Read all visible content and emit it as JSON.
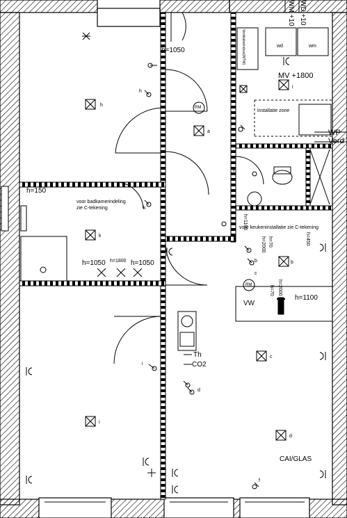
{
  "labels": {
    "h1050_top": "h=1050",
    "mv": "MV +1800",
    "installatie_zone": "installatie zone",
    "wp": "WP",
    "verd": "Verd",
    "wd": "wd",
    "wm": "wm",
    "wm_top": "WM +10",
    "wd_top": "WD +10",
    "vertical_small": "Ventilatieërsbox(WTW)",
    "rm1": "RM",
    "rm2": "RM",
    "h150": "h=150",
    "badkamer": "voor badkamerindeling\nzie C-tekening",
    "keuken": "voor keukeninstallatie zie C-tekening",
    "h1050_a": "h=1050",
    "h1800": "h=1800",
    "h1050_b": "h=1050",
    "h450": "h=450",
    "h1100": "h=1100",
    "vw": "VW",
    "th": "Th",
    "co2": "CO2",
    "cai": "CAI/GLAS",
    "h_vertical_1": "h=1100",
    "h_vertical_2": "h=2000",
    "h_vertical_3": "h=70",
    "h_vertical_4": "h=2000",
    "h_vertical_5": "h=70",
    "sym_h": "h",
    "sym_k1": "k",
    "sym_k2": "k",
    "sym_a": "a",
    "sym_b1": "b",
    "sym_b2": "b",
    "sym_c1": "c",
    "sym_c2": "c",
    "sym_d1": "d",
    "sym_d2": "d",
    "sym_i1": "i",
    "sym_i2": "i",
    "sym_i3": "i",
    "sym_e": "e",
    "sym_f": "f",
    "sym_g": "g",
    "sym_k3": "k"
  }
}
